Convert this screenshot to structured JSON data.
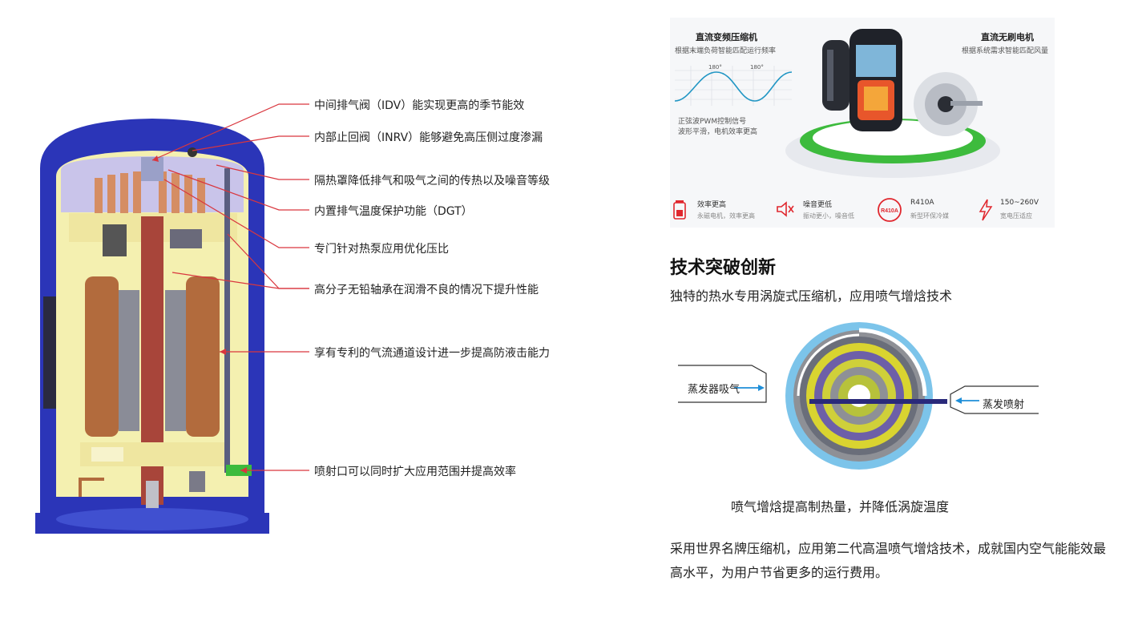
{
  "callouts": [
    {
      "id": "idv",
      "text": "中间排气阀（IDV）能实现更高的季节能效"
    },
    {
      "id": "inrv",
      "text": "内部止回阀（INRV）能够避免高压侧过度渗漏"
    },
    {
      "id": "shield",
      "text": "隔热罩降低排气和吸气之间的传热以及噪音等级"
    },
    {
      "id": "dgt",
      "text": "内置排气温度保护功能（DGT）"
    },
    {
      "id": "ratio",
      "text": "专门针对热泵应用优化压比"
    },
    {
      "id": "bearing",
      "text": "高分子无铅轴承在润滑不良的情况下提升性能"
    },
    {
      "id": "airflow",
      "text": "享有专利的气流通道设计进一步提高防液击能力"
    },
    {
      "id": "injection",
      "text": "喷射口可以同时扩大应用范围并提高效率"
    }
  ],
  "banner": {
    "left_title": "直流变频压缩机",
    "left_sub": "根据末端负荷智能匹配运行频率",
    "wave_label_1": "180°",
    "wave_label_2": "180°",
    "wave_note_1": "正弦波PWM控制信号",
    "wave_note_2": "波形平滑，电机效率更高",
    "right_title": "直流无刷电机",
    "right_sub": "根据系统需求智能匹配风量",
    "features": [
      {
        "title": "效率更高",
        "sub": "永磁电机，效率更高",
        "icon": "battery-icon"
      },
      {
        "title": "噪音更低",
        "sub": "振动更小，噪音低",
        "icon": "mute-speaker-icon"
      },
      {
        "title": "R410A",
        "sub": "新型环保冷媒",
        "icon": "r410a-badge-icon",
        "badge": "R410A"
      },
      {
        "title": "150~260V",
        "sub": "宽电压适应",
        "icon": "lightning-icon"
      }
    ]
  },
  "section": {
    "title": "技术突破创新",
    "subtitle": "独特的热水专用涡旋式压缩机，应用喷气增焓技术"
  },
  "scroll": {
    "left_label": "蒸发器吸气",
    "right_label": "蒸发喷射",
    "caption": "喷气增焓提高制热量，并降低涡旋温度"
  },
  "summary": "采用世界名牌压缩机，应用第二代高温喷气增焓技术，成就国内空气能能效最高水平，为用户节省更多的运行费用。",
  "colors": {
    "callout_line": "#d9363e",
    "shell": "#2b35b8",
    "copper": "#c4835a",
    "shaft": "#a8453a",
    "lavender": "#c9c4ea",
    "yellow": "#f4f0b0",
    "accent_red": "#e0272e",
    "green": "#3dbb3d"
  }
}
